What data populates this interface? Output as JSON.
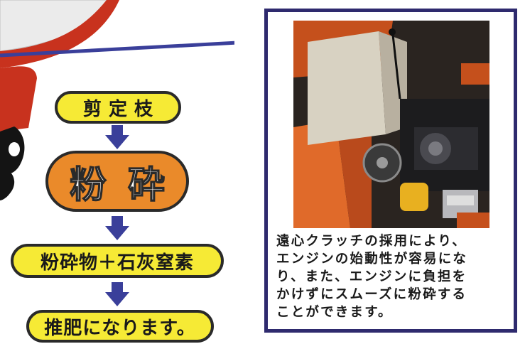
{
  "flow": {
    "step1": "剪定枝",
    "step2": "粉砕",
    "step3": "粉砕物＋石灰窒素",
    "step4": "推肥になります。"
  },
  "callout": {
    "caption_lines": [
      "遠心クラッチの採用により、",
      "エンジンの始動性が容易にな",
      "り、また、エンジンに負担を",
      "かけずにスムーズに粉砕する",
      "ことができます。"
    ]
  },
  "colors": {
    "pill_yellow": "#f6ea35",
    "pill_orange": "#ea8a2a",
    "arrow_blue": "#3a3f9a",
    "frame_navy": "#2e2a6e",
    "machine_red": "#c8321e"
  }
}
